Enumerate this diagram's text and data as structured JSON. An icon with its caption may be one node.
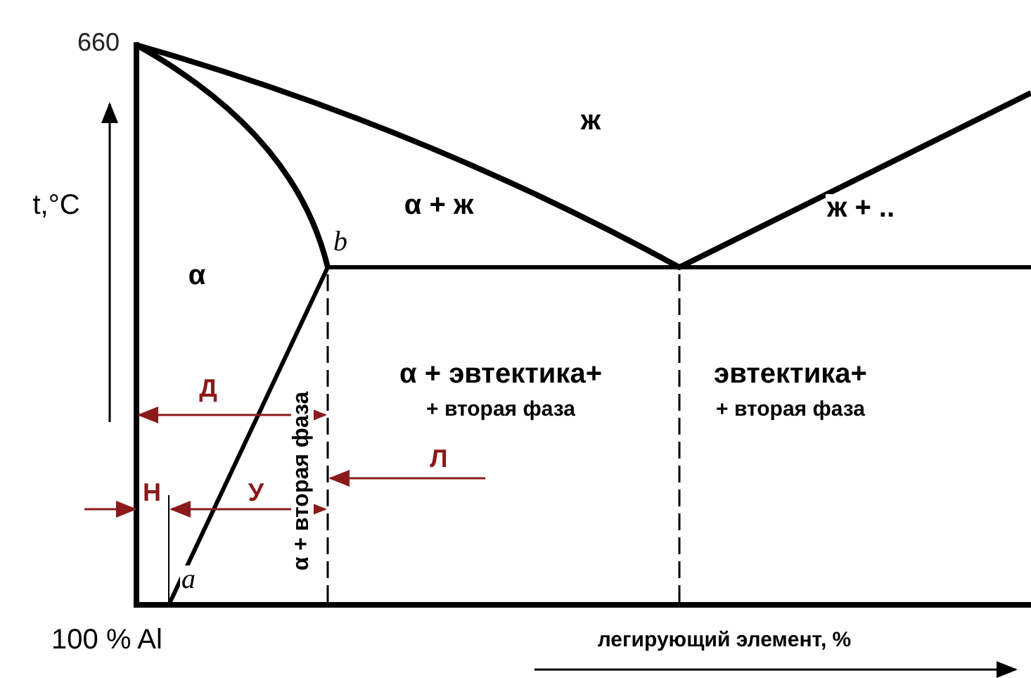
{
  "diagram": {
    "labels": [
      "660",
      "ж",
      "t,°C",
      "α + ж",
      "ж + ..",
      "b",
      "α",
      "Д",
      "α + эвтектика+",
      "+ вторая фаза",
      "эвтектика+",
      "+ вторая фаза",
      "Л",
      "Н",
      "У",
      "α + вторая фаза",
      "a",
      "100 % Al",
      "легирующий элемент, %"
    ]
  }
}
